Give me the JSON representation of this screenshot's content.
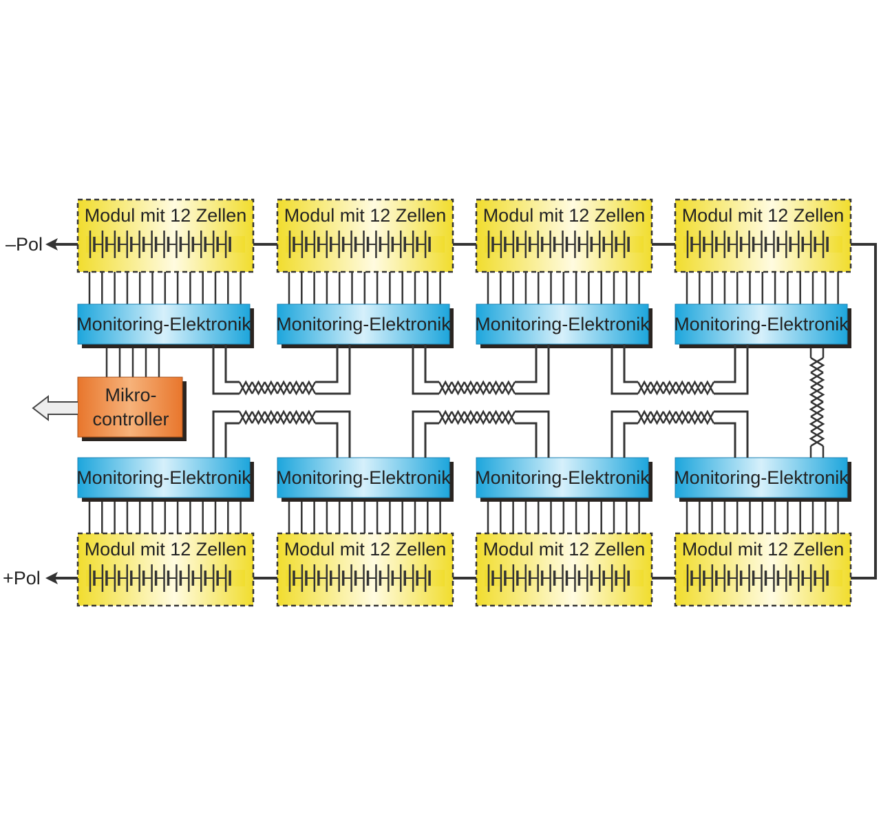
{
  "diagram": {
    "module_label": "Modul mit 12 Zellen",
    "monitor_label": "Monitoring-Elektronik",
    "controller_label_line1": "Mikro-",
    "controller_label_line2": "controller",
    "neg_pole": "–Pol",
    "pos_pole": "+Pol",
    "cells_per_module": 12,
    "modules_per_row": 4,
    "colors": {
      "module_fill": "#f3e23a",
      "module_highlight": "#fffbe0",
      "monitor_fill": "#1ea6dc",
      "monitor_highlight": "#d6f0fb",
      "controller_fill": "#e8762c",
      "line": "#333333"
    }
  }
}
